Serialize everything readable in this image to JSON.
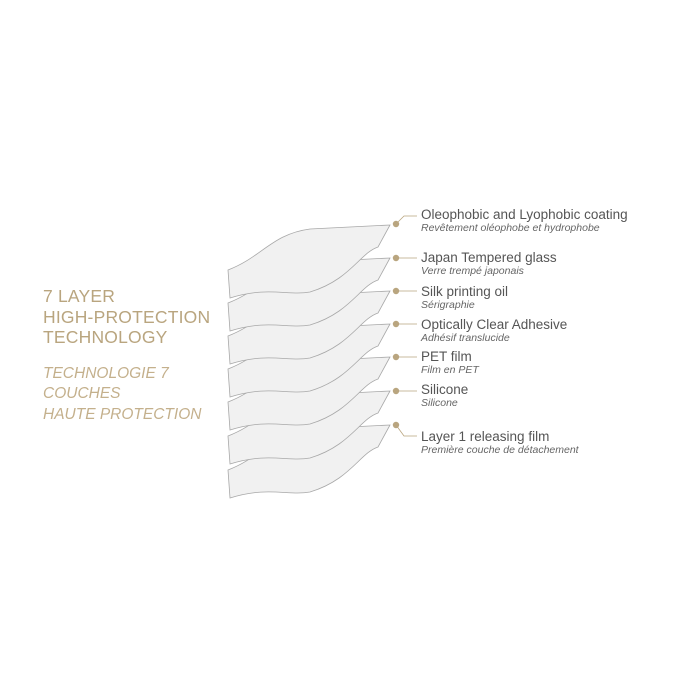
{
  "heading": {
    "title_lines": [
      "7 LAYER",
      "HIGH-PROTECTION",
      "TECHNOLOGY"
    ],
    "subtitle_lines": [
      "TECHNOLOGIE 7",
      "COUCHES",
      "HAUTE PROTECTION"
    ]
  },
  "layers": [
    {
      "name": "Oleophobic and Lyophobic coating",
      "name_fr": "Revêtement oléophobe et hydrophobe"
    },
    {
      "name": "Japan Tempered glass",
      "name_fr": "Verre trempé japonais"
    },
    {
      "name": "Silk printing oil",
      "name_fr": "Sérigraphie"
    },
    {
      "name": "Optically Clear Adhesive",
      "name_fr": "Adhésif translucide"
    },
    {
      "name": "PET film",
      "name_fr": "Film en PET"
    },
    {
      "name": "Silicone",
      "name_fr": "Silicone"
    },
    {
      "name": "Layer 1 releasing film",
      "name_fr": "Première couche de détachement"
    }
  ],
  "colors": {
    "accent": "#b9a57f",
    "callout_dot": "#b9a57f",
    "layer_fill": "#f1f1f1",
    "layer_stroke": "#a8a8a8",
    "label_text": "#555555"
  }
}
